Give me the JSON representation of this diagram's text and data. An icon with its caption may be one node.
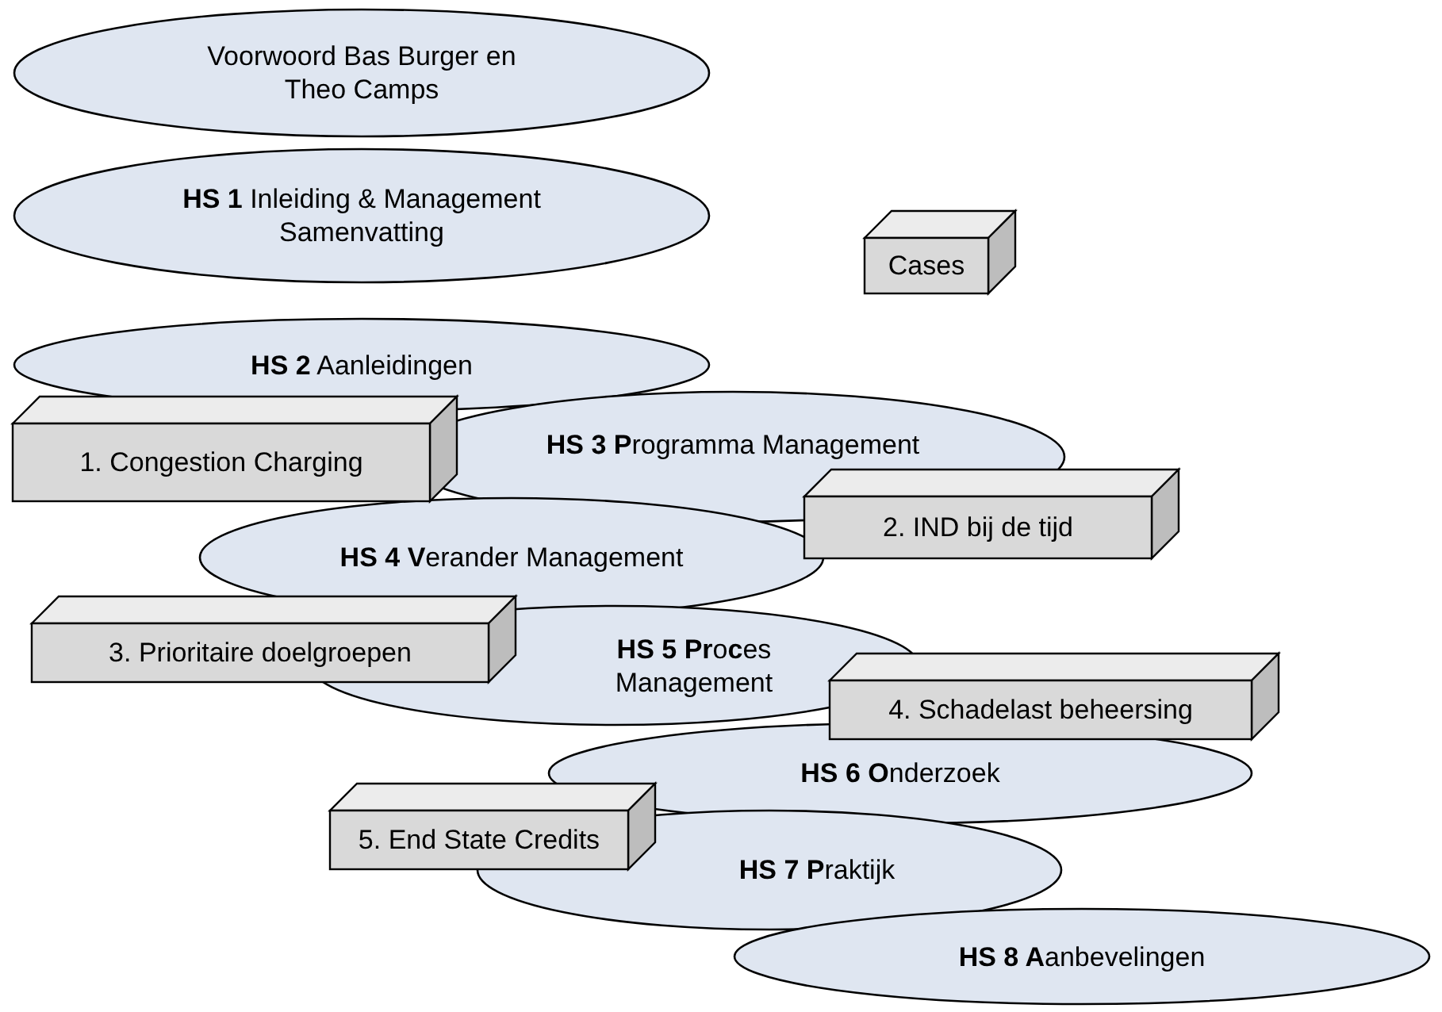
{
  "diagram": {
    "nodes": [
      {
        "text": [
          "Voorwoord Bas Burger en Theo Camps"
        ]
      },
      {
        "text": [
          "**HS 1** Inleiding & Management Samenvatting"
        ]
      },
      {
        "text": [
          "Cases"
        ]
      },
      {
        "text": [
          "**HS 2** Aanleidingen"
        ]
      },
      {
        "text": [
          "1. Congestion Charging"
        ]
      },
      {
        "text": [
          "**HS 3 P**rogramma Management"
        ]
      },
      {
        "text": [
          "2. IND bij de tijd"
        ]
      },
      {
        "text": [
          "**HS 4 V**erander Management"
        ]
      },
      {
        "text": [
          "3. Prioritaire doelgroepen"
        ]
      },
      {
        "text": [
          "**HS 5 Pr**o**c**es Management"
        ]
      },
      {
        "text": [
          "4. Schadelast beheersing"
        ]
      },
      {
        "text": [
          "**HS 6 O**nderzoek"
        ]
      },
      {
        "text": [
          "5. End State Credits"
        ]
      },
      {
        "text": [
          "**HS 7 P**raktijk"
        ]
      },
      {
        "text": [
          "**HS 8 A**anbevelingen"
        ]
      }
    ]
  }
}
